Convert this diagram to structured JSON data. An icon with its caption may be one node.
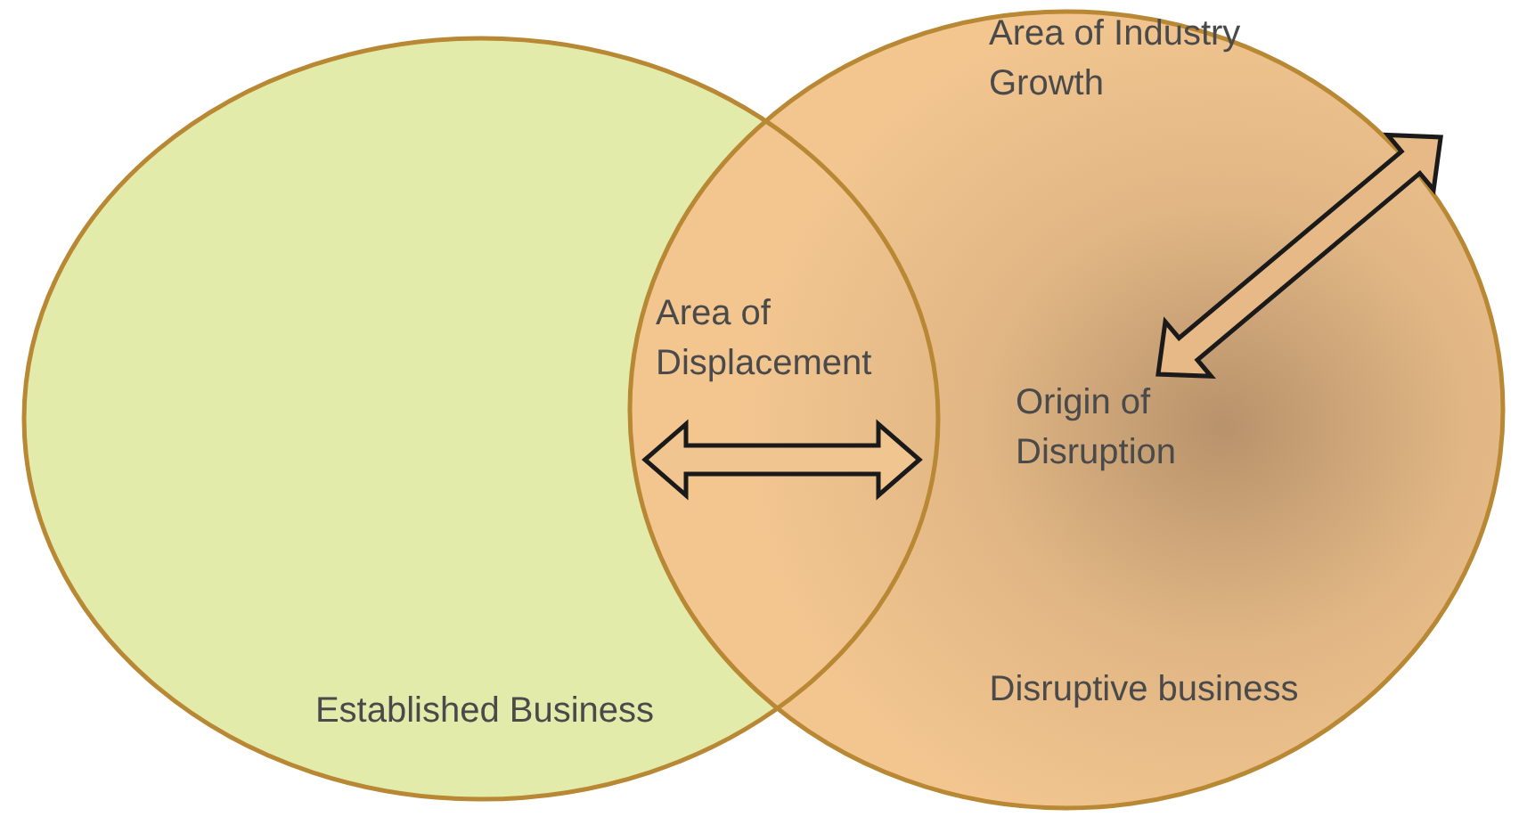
{
  "diagram": {
    "nodes": [
      {
        "text": [
          "Established Business"
        ]
      },
      {
        "text": [
          "Disruptive business"
        ]
      }
    ],
    "labels": [
      "Area of Industry Growth",
      "Area of Displacement",
      "Origin of Disruption"
    ]
  }
}
